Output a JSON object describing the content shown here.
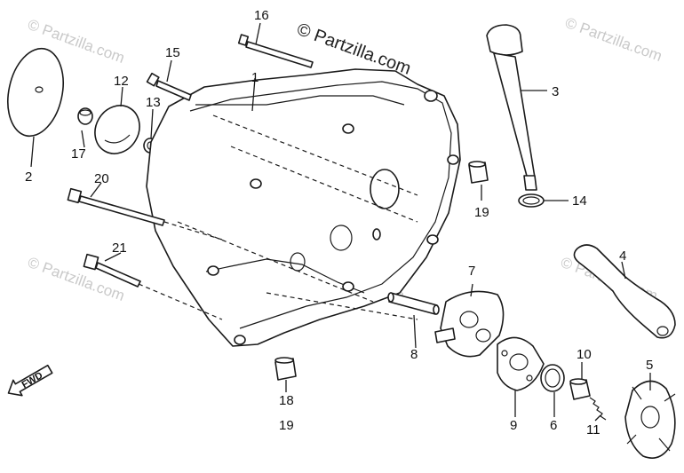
{
  "watermark": {
    "main": "© Partzilla.com",
    "faint": "© Partzilla.com"
  },
  "direction_marker": "FWD",
  "labels": {
    "p1": "1",
    "p2": "2",
    "p3": "3",
    "p4": "4",
    "p5": "5",
    "p6": "6",
    "p7": "7",
    "p8": "8",
    "p9": "9",
    "p10": "10",
    "p11": "11",
    "p12": "12",
    "p13": "13",
    "p14": "14",
    "p15": "15",
    "p16": "16",
    "p17": "17",
    "p18": "18",
    "p19a": "19",
    "p19b": "19",
    "p20": "20",
    "p21": "21"
  },
  "colors": {
    "line": "#1a1a1a",
    "watermark_faint": "#c9c9c9"
  }
}
